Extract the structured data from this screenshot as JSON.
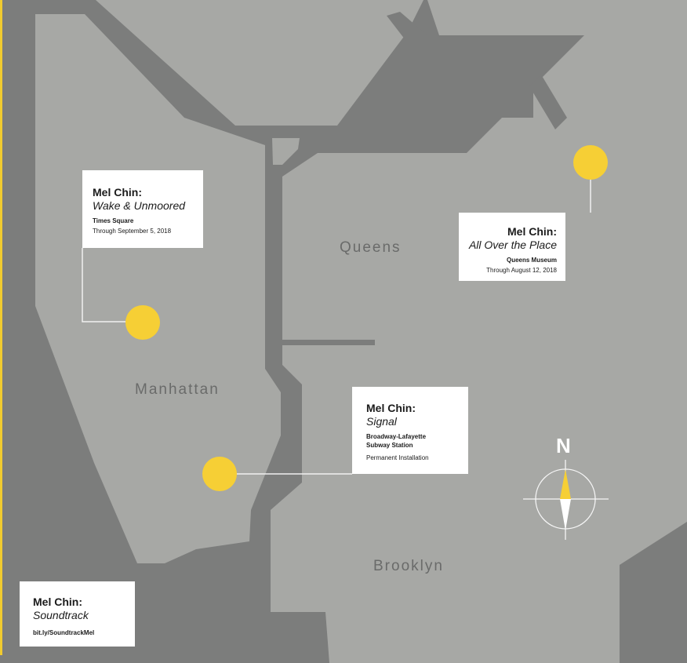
{
  "regions": {
    "manhattan": "Manhattan",
    "queens": "Queens",
    "brooklyn": "Brooklyn"
  },
  "callouts": {
    "wake": {
      "artist": "Mel Chin:",
      "title": "Wake & Unmoored",
      "venue": "Times Square",
      "dates": "Through September 5, 2018"
    },
    "all_over": {
      "artist": "Mel Chin:",
      "title": "All Over the Place",
      "venue": "Queens Museum",
      "dates": "Through August 12, 2018"
    },
    "signal": {
      "artist": "Mel Chin:",
      "title": "Signal",
      "venue_line1": "Broadway-Lafayette",
      "venue_line2": "Subway Station",
      "dates": "Permanent Installation"
    },
    "soundtrack": {
      "artist": "Mel Chin:",
      "title": "Soundtrack",
      "url": "bit.ly/SoundtrackMel"
    }
  },
  "compass": {
    "north_label": "N"
  },
  "colors": {
    "water": "#7c7d7c",
    "land": "#a7a8a5",
    "marker": "#f6cf35",
    "border_accent": "#f1cb2f"
  }
}
